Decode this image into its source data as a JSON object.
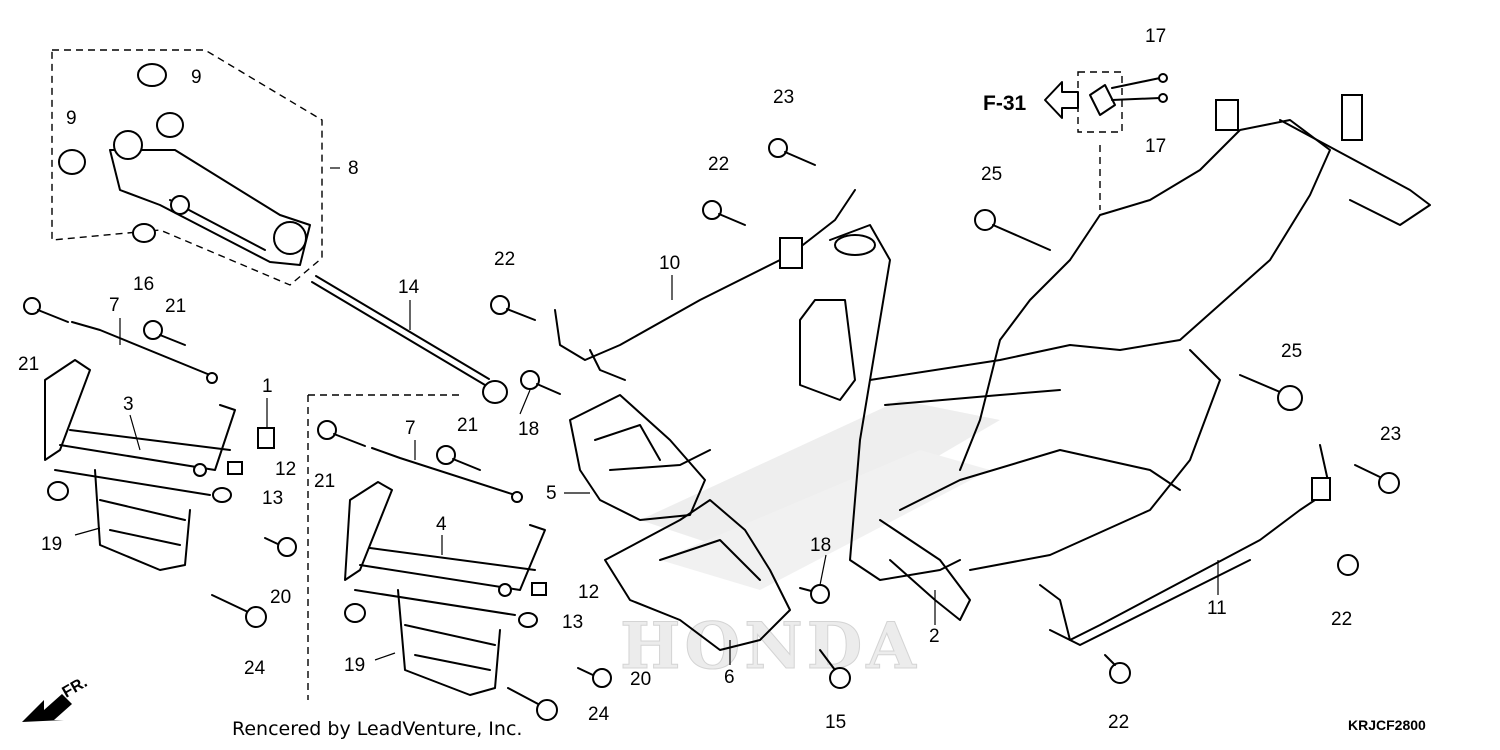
{
  "diagram": {
    "reference_arrow": "F-31",
    "front_arrow_label": "FR.",
    "watermark": "HONDA",
    "credit": "Rencered by LeadVenture, Inc.",
    "diagram_code": "KRJCF2800",
    "callouts": {
      "c1": "1",
      "c2": "2",
      "c3": "3",
      "c4": "4",
      "c5": "5",
      "c6": "6",
      "c7a": "7",
      "c7b": "7",
      "c8": "8",
      "c9a": "9",
      "c9b": "9",
      "c10": "10",
      "c11": "11",
      "c12a": "12",
      "c12b": "12",
      "c13a": "13",
      "c13b": "13",
      "c14": "14",
      "c15": "15",
      "c16": "16",
      "c17a": "17",
      "c17b": "17",
      "c18a": "18",
      "c18b": "18",
      "c19a": "19",
      "c19b": "19",
      "c20a": "20",
      "c20b": "20",
      "c21a": "21",
      "c21b": "21",
      "c21c": "21",
      "c21d": "21",
      "c22a": "22",
      "c22b": "22",
      "c22c": "22",
      "c22d": "22",
      "c23a": "23",
      "c23b": "23",
      "c24a": "24",
      "c24b": "24",
      "c25a": "25",
      "c25b": "25"
    }
  }
}
